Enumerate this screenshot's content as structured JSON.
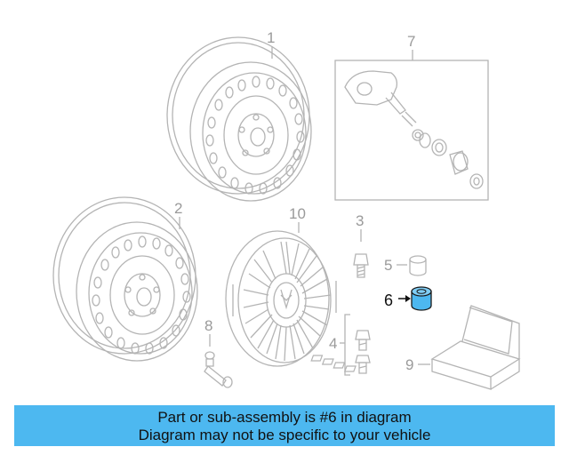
{
  "callouts": {
    "c1": "1",
    "c2": "2",
    "c3": "3",
    "c4": "4",
    "c5": "5",
    "c6": "6",
    "c7": "7",
    "c8": "8",
    "c9": "9",
    "c10": "10"
  },
  "highlight": {
    "part_number": "6",
    "color": "#4db8f0"
  },
  "banner": {
    "line1": "Part or sub-assembly is #6 in diagram",
    "line2": "Diagram may not be specific to your vehicle",
    "background": "#4db8f0"
  },
  "line_color": "#b4b4b4"
}
